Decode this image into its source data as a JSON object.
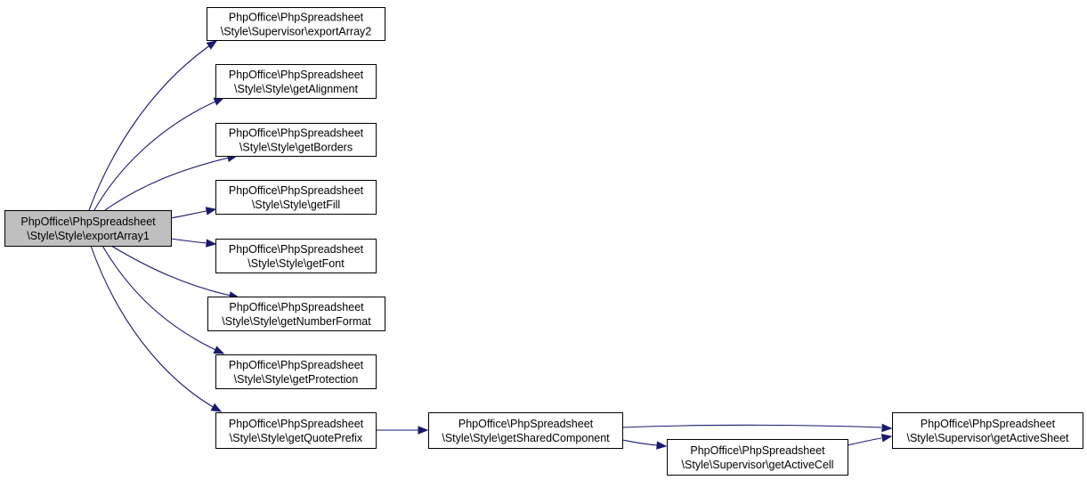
{
  "colors": {
    "node_fill": "#ffffff",
    "root_fill": "#bfbfbf",
    "border": "#000000",
    "edge": "#191970"
  },
  "nodes": [
    {
      "id": "exportArray1",
      "line1": "PhpOffice\\PhpSpreadsheet",
      "line2": "\\Style\\Style\\exportArray1",
      "highlighted": true
    },
    {
      "id": "exportArray2",
      "line1": "PhpOffice\\PhpSpreadsheet",
      "line2": "\\Style\\Supervisor\\exportArray2",
      "highlighted": false
    },
    {
      "id": "getAlignment",
      "line1": "PhpOffice\\PhpSpreadsheet",
      "line2": "\\Style\\Style\\getAlignment",
      "highlighted": false
    },
    {
      "id": "getBorders",
      "line1": "PhpOffice\\PhpSpreadsheet",
      "line2": "\\Style\\Style\\getBorders",
      "highlighted": false
    },
    {
      "id": "getFill",
      "line1": "PhpOffice\\PhpSpreadsheet",
      "line2": "\\Style\\Style\\getFill",
      "highlighted": false
    },
    {
      "id": "getFont",
      "line1": "PhpOffice\\PhpSpreadsheet",
      "line2": "\\Style\\Style\\getFont",
      "highlighted": false
    },
    {
      "id": "getNumberFormat",
      "line1": "PhpOffice\\PhpSpreadsheet",
      "line2": "\\Style\\Style\\getNumberFormat",
      "highlighted": false
    },
    {
      "id": "getProtection",
      "line1": "PhpOffice\\PhpSpreadsheet",
      "line2": "\\Style\\Style\\getProtection",
      "highlighted": false
    },
    {
      "id": "getQuotePrefix",
      "line1": "PhpOffice\\PhpSpreadsheet",
      "line2": "\\Style\\Style\\getQuotePrefix",
      "highlighted": false
    },
    {
      "id": "getSharedComponent",
      "line1": "PhpOffice\\PhpSpreadsheet",
      "line2": "\\Style\\Style\\getSharedComponent",
      "highlighted": false
    },
    {
      "id": "getActiveCell",
      "line1": "PhpOffice\\PhpSpreadsheet",
      "line2": "\\Style\\Supervisor\\getActiveCell",
      "highlighted": false
    },
    {
      "id": "getActiveSheet",
      "line1": "PhpOffice\\PhpSpreadsheet",
      "line2": "\\Style\\Supervisor\\getActiveSheet",
      "highlighted": false
    }
  ],
  "edges": [
    {
      "from": "exportArray1",
      "to": "exportArray2"
    },
    {
      "from": "exportArray1",
      "to": "getAlignment"
    },
    {
      "from": "exportArray1",
      "to": "getBorders"
    },
    {
      "from": "exportArray1",
      "to": "getFill"
    },
    {
      "from": "exportArray1",
      "to": "getFont"
    },
    {
      "from": "exportArray1",
      "to": "getNumberFormat"
    },
    {
      "from": "exportArray1",
      "to": "getProtection"
    },
    {
      "from": "exportArray1",
      "to": "getQuotePrefix"
    },
    {
      "from": "getQuotePrefix",
      "to": "getSharedComponent"
    },
    {
      "from": "getSharedComponent",
      "to": "getActiveSheet"
    },
    {
      "from": "getSharedComponent",
      "to": "getActiveCell"
    },
    {
      "from": "getActiveCell",
      "to": "getActiveSheet"
    }
  ]
}
